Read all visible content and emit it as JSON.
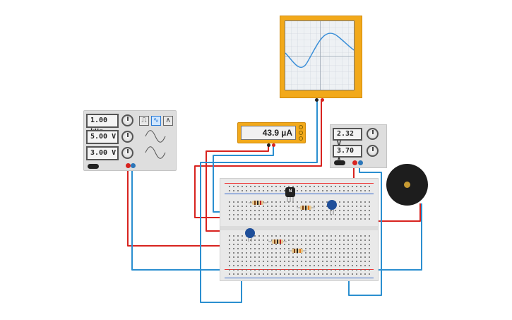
{
  "function_generator": {
    "frequency": "1.00 kHz",
    "amplitude": "5.00 V",
    "offset": "3.00 V",
    "waveforms": [
      {
        "name": "square-wave-icon",
        "glyph": "⎍",
        "active": false
      },
      {
        "name": "sine-wave-icon",
        "glyph": "∿",
        "active": true
      },
      {
        "name": "triangle-wave-icon",
        "glyph": "∧",
        "active": false
      }
    ]
  },
  "oscilloscope": {
    "trace_color": "#3b8fd8"
  },
  "multimeter": {
    "reading": "43.9 µA"
  },
  "power_supply": {
    "voltage": "2.32 V",
    "current": "3.70 A"
  },
  "transistor": {
    "label": "N"
  },
  "colors": {
    "wire_red": "#d8231f",
    "wire_blue": "#2b8fd0",
    "wire_green": "#2aa52a",
    "instrument_orange": "#f2a91a"
  }
}
